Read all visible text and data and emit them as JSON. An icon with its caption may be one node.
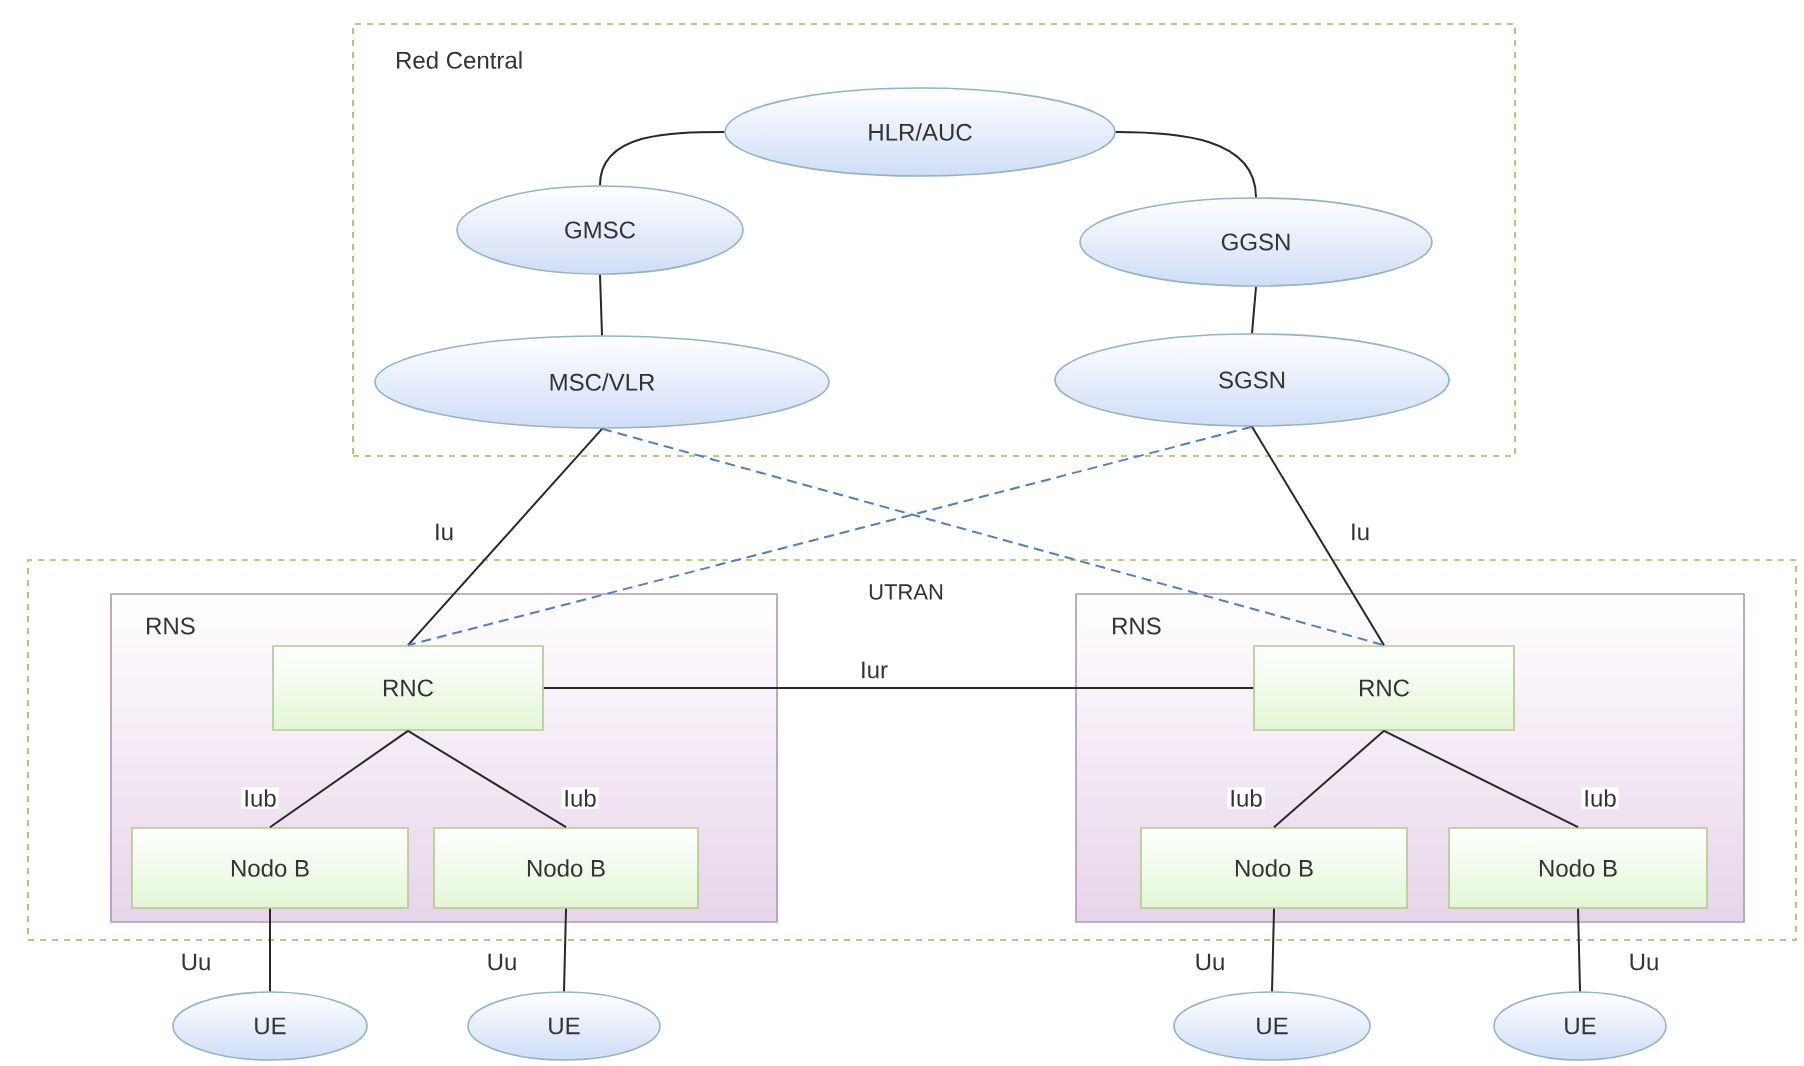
{
  "diagram": {
    "nodes": [
      {
        "text": [
          "Red Central"
        ]
      },
      {
        "text": [
          "HLR/AUC"
        ],
        "in": 0
      },
      {
        "text": [
          "GMSC"
        ],
        "in": 0
      },
      {
        "text": [
          "GGSN"
        ],
        "in": 0
      },
      {
        "text": [
          "MSC/VLR"
        ],
        "in": 0
      },
      {
        "text": [
          "SGSN"
        ],
        "in": 0
      },
      {
        "text": [
          "UTRAN"
        ]
      },
      {
        "text": [
          "RNS"
        ],
        "in": 6
      },
      {
        "text": [
          "RNC"
        ],
        "in": 7
      },
      {
        "text": [
          "Nodo B"
        ],
        "in": 7
      },
      {
        "text": [
          "Nodo B"
        ],
        "in": 7
      },
      {
        "text": [
          "RNS"
        ],
        "in": 6
      },
      {
        "text": [
          "RNC"
        ],
        "in": 11
      },
      {
        "text": [
          "Nodo B"
        ],
        "in": 11
      },
      {
        "text": [
          "Nodo B"
        ],
        "in": 11
      },
      {
        "text": [
          "UE"
        ]
      },
      {
        "text": [
          "UE"
        ]
      },
      {
        "text": [
          "UE"
        ]
      },
      {
        "text": [
          "UE"
        ]
      }
    ],
    "edges": [
      {
        "from": 1,
        "to": 2,
        "arrow": "none"
      },
      {
        "from": 1,
        "to": 3,
        "arrow": "none"
      },
      {
        "from": 2,
        "to": 4,
        "arrow": "none"
      },
      {
        "from": 3,
        "to": 5,
        "arrow": "none"
      },
      {
        "from": 4,
        "to": 8,
        "arrow": "none",
        "label": "Iu"
      },
      {
        "from": 5,
        "to": 12,
        "arrow": "none",
        "label": "Iu"
      },
      {
        "from": 4,
        "to": 12,
        "arrow": "none",
        "style": "dashed",
        "color": "#4f81bd"
      },
      {
        "from": 5,
        "to": 8,
        "arrow": "none",
        "style": "dashed",
        "color": "#4f81bd"
      },
      {
        "from": 8,
        "to": 12,
        "arrow": "none",
        "label": "Iur"
      },
      {
        "from": 8,
        "to": 9,
        "arrow": "none",
        "label": "Iub"
      },
      {
        "from": 8,
        "to": 10,
        "arrow": "none",
        "label": "Iub"
      },
      {
        "from": 12,
        "to": 13,
        "arrow": "none",
        "label": "Iub"
      },
      {
        "from": 12,
        "to": 14,
        "arrow": "none",
        "label": "Iub"
      },
      {
        "from": 9,
        "to": 15,
        "arrow": "none",
        "label": "Uu"
      },
      {
        "from": 10,
        "to": 16,
        "arrow": "none",
        "label": "Uu"
      },
      {
        "from": 13,
        "to": 17,
        "arrow": "none",
        "label": "Uu"
      },
      {
        "from": 14,
        "to": 18,
        "arrow": "none",
        "label": "Uu"
      }
    ]
  }
}
